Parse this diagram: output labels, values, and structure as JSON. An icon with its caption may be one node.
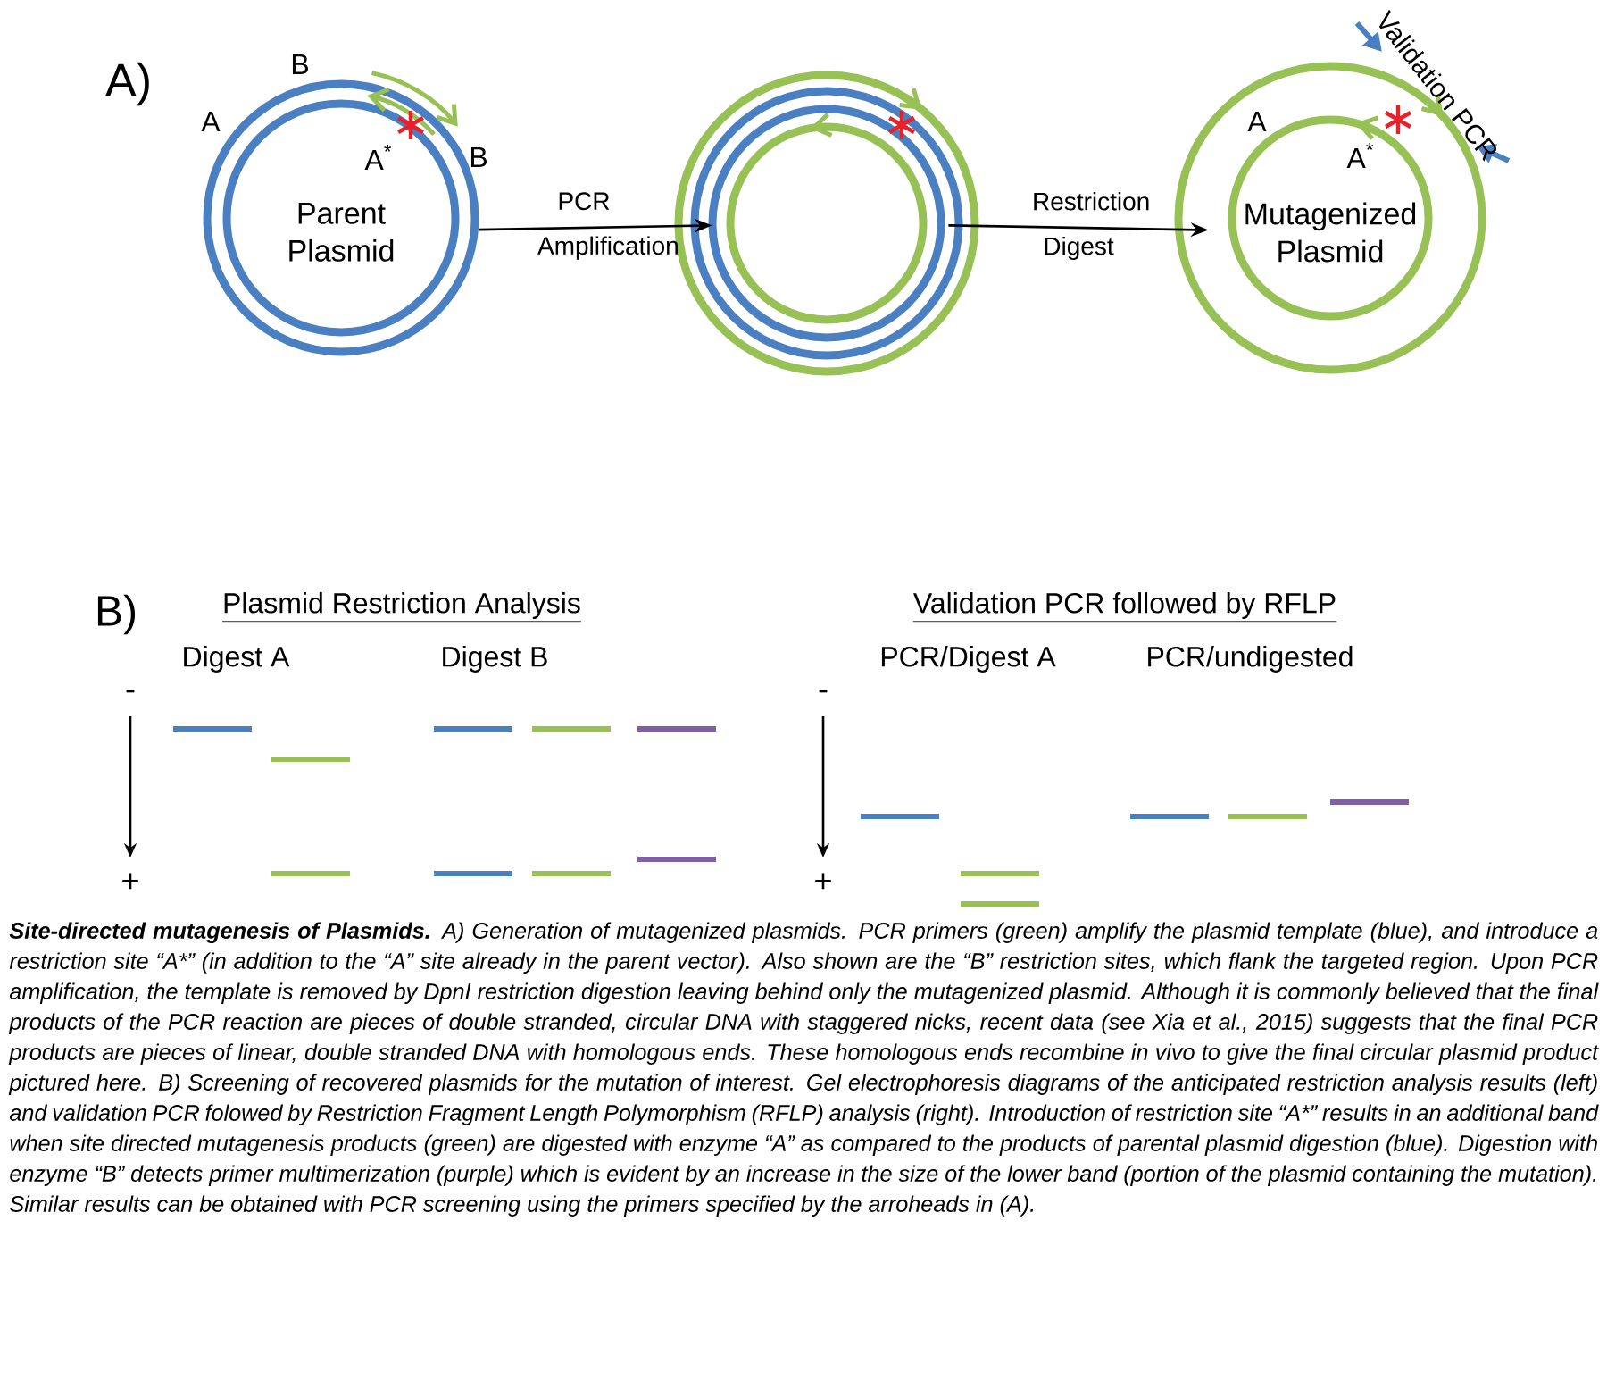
{
  "diagram": {
    "nodes": [
      {
        "text": [
          "Parent Plasmid"
        ]
      },
      {
        "text": [],
        "shape": "circle"
      },
      {
        "text": [
          "Mutagenized Plasmid"
        ]
      }
    ],
    "edges": [
      {
        "from": 0,
        "to": 1,
        "arrow": "to",
        "label": "PCR Amplification"
      },
      {
        "from": 1,
        "to": 2,
        "arrow": "to",
        "label": "Restriction Digest"
      }
    ],
    "labels": [
      "A)",
      "B",
      "A",
      "A$^{*}$",
      "B",
      "A",
      "A$^{*}$",
      "Validation PCR",
      "B)",
      "Plasmid Restriction Analysis",
      "Digest A",
      "Digest B",
      "Validation PCR followed by RFLP",
      "PCR/Digest A",
      "PCR/undigested",
      "-",
      "+",
      "-",
      "+"
    ],
    "caption": "**Site-directed mutagenesis of Plasmids.** A) Generation of mutagenized plasmids. PCR primers (green) amplify the plasmid template (blue), and introduce a restriction site “A*” (in addition to the “A” site already in the parent vector). Also shown are the “B” restriction sites, which flank the targeted region. Upon PCR amplification, the template is removed by DpnI restriction digestion leaving behind only the mutagenized plasmid. Although it is commonly believed that the final products of the PCR reaction are pieces of double stranded, circular DNA with staggered nicks, recent data (see Xia et al., 2015) suggests that the final PCR products are pieces of linear, double stranded DNA with homologous ends. These homologous ends recombine in vivo to give the final circular plasmid product pictured here. B) Screening of recovered plasmids for the mutation of interest. Gel electrophoresis diagrams of the anticipated restriction analysis results (left) and validation PCR folowed by Restriction Fragment Length Polymorphism (RFLP) analysis (right). Introduction of restriction site “A*” results in an additional band when site directed mutagenesis products (green) are digested with enzyme “A” as compared to the products of parental plasmid digestion (blue). Digestion with enzyme “B” detects primer multimerization (purple) which is evident by an increase in the size of the lower band (portion of the plasmid containing the mutation). Similar results can be obtained with PCR screening using the primers specified by the arroheads in (A)."
  }
}
